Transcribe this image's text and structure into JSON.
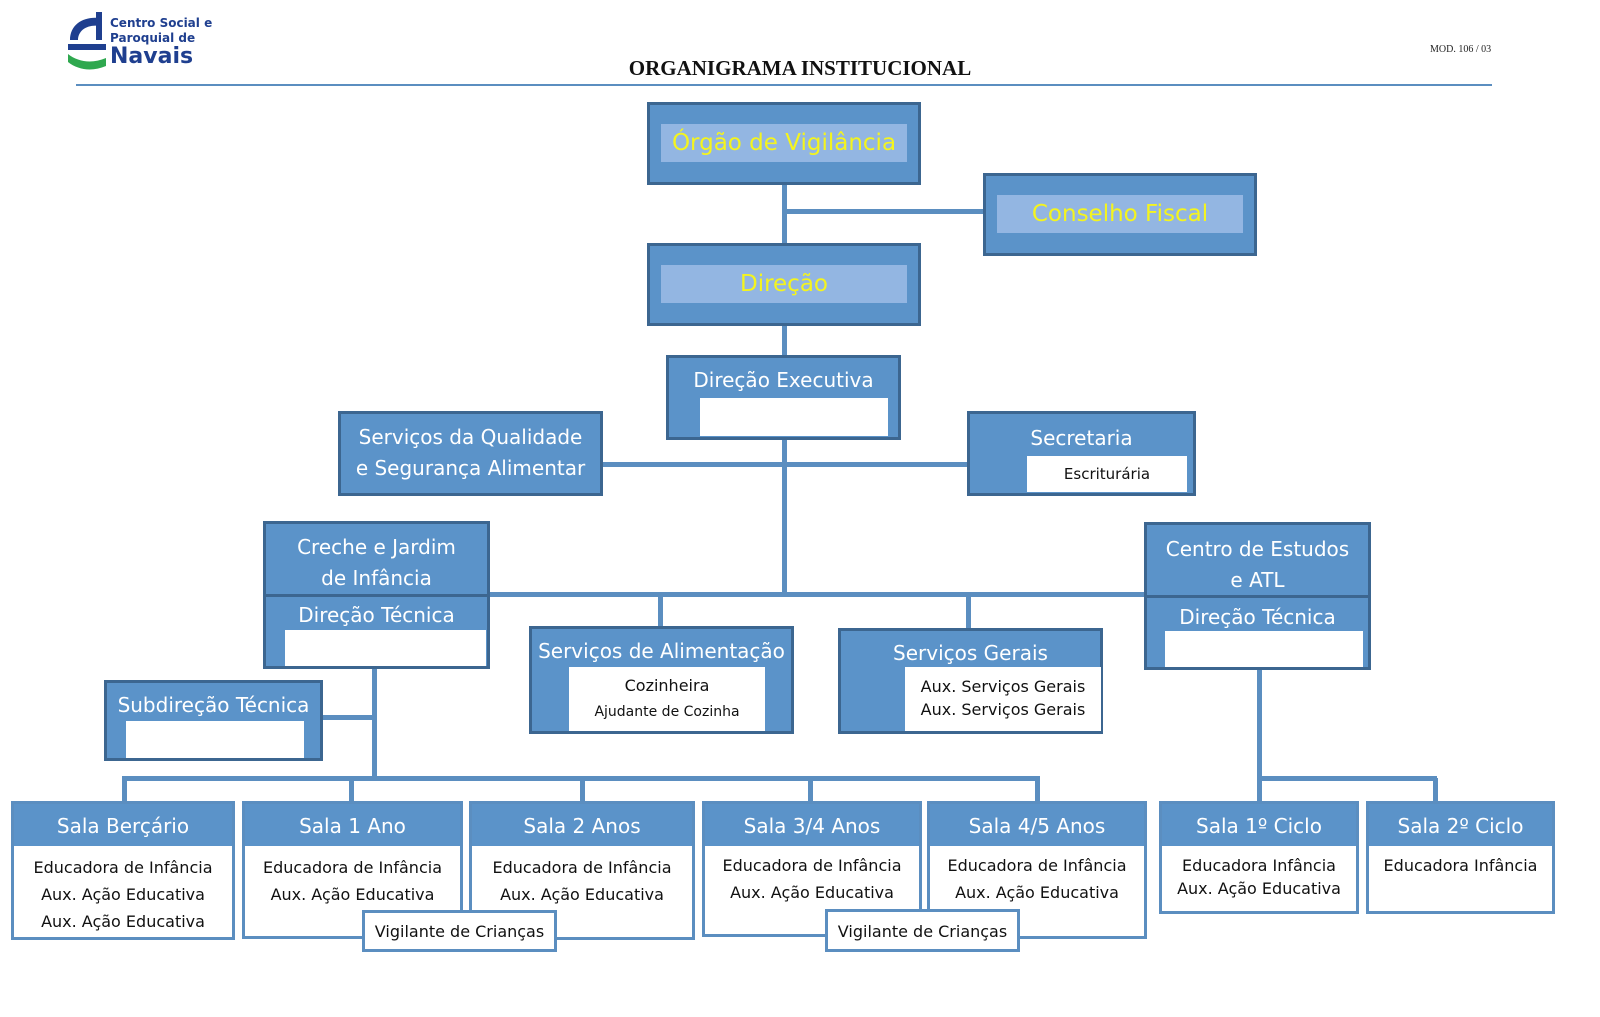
{
  "header": {
    "logo_line1": "Centro Social e",
    "logo_line2": "Paroquial de",
    "logo_line3": "Navais",
    "title": "ORGANIGRAMA INSTITUCIONAL",
    "mod": "MOD. 106 / 03"
  },
  "top": {
    "orgao": "Órgão de Vigilância",
    "conselho": "Conselho Fiscal",
    "direcao": "Direção"
  },
  "mid": {
    "direcao_executiva": "Direção Executiva",
    "qualidade": "Serviços da Qualidade e Segurança Alimentar",
    "secretaria": "Secretaria",
    "escrituraria": "Escriturária"
  },
  "units": {
    "creche": "Creche e Jardim de Infância",
    "creche_direcao": "Direção Técnica",
    "centro": "Centro de Estudos e ATL",
    "centro_direcao": "Direção Técnica",
    "alimentacao": "Serviços de Alimentação",
    "cozinheira": "Cozinheira",
    "ajudante": "Ajudante de Cozinha",
    "gerais": "Serviços Gerais",
    "aux_gerais_1": "Aux. Serviços Gerais",
    "aux_gerais_2": "Aux. Serviços Gerais",
    "subdirecao": "Subdireção Técnica"
  },
  "rooms": [
    {
      "title": "Sala Berçário",
      "lines": [
        "Educadora de Infância",
        "Aux. Ação Educativa",
        "Aux. Ação Educativa"
      ]
    },
    {
      "title": "Sala 1 Ano",
      "lines": [
        "Educadora de Infância",
        "Aux. Ação Educativa"
      ]
    },
    {
      "title": "Sala 2 Anos",
      "lines": [
        "Educadora de Infância",
        "Aux. Ação Educativa"
      ]
    },
    {
      "title": "Sala 3/4 Anos",
      "lines": [
        "Educadora de Infância",
        "Aux. Ação Educativa"
      ]
    },
    {
      "title": "Sala 4/5 Anos",
      "lines": [
        "Educadora de Infância",
        "Aux. Ação Educativa"
      ]
    },
    {
      "title": "Sala 1º Ciclo",
      "lines": [
        "Educadora Infância",
        "Aux. Ação Educativa"
      ]
    },
    {
      "title": "Sala 2º Ciclo",
      "lines": [
        "Educadora Infância"
      ]
    }
  ],
  "vigilantes": [
    "Vigilante de Crianças",
    "Vigilante de Crianças"
  ]
}
